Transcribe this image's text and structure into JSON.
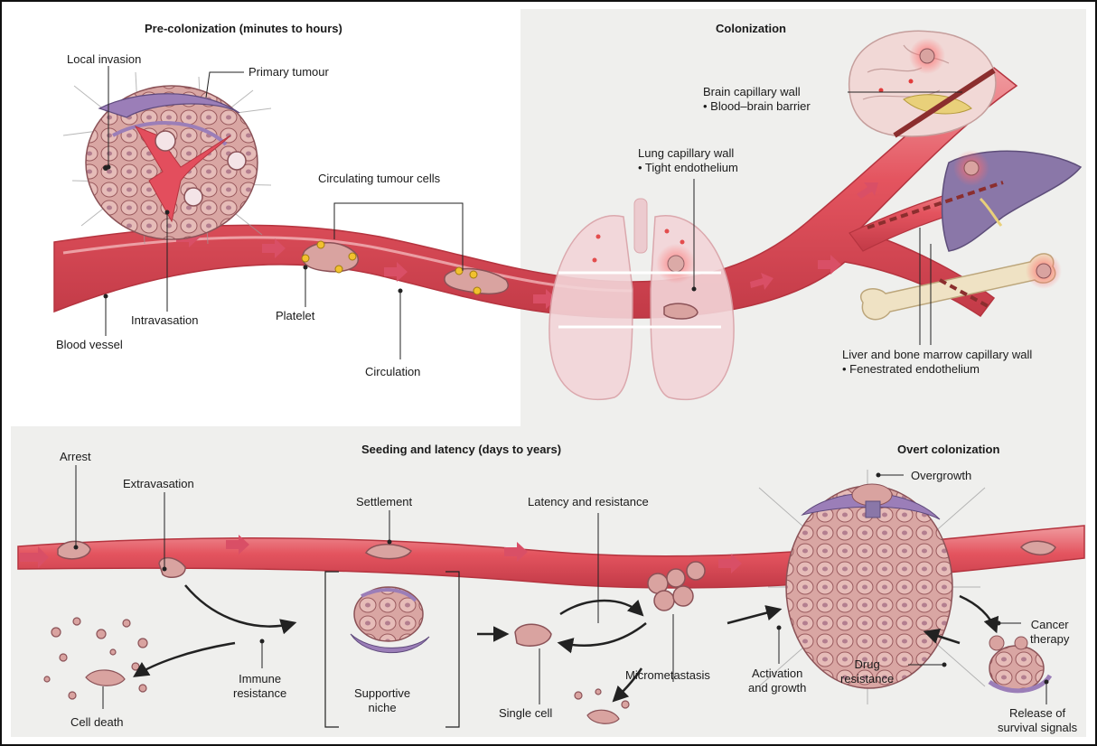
{
  "panels": {
    "pre_colonization": {
      "title": "Pre-colonization (minutes to hours)"
    },
    "colonization": {
      "title": "Colonization"
    },
    "seeding": {
      "title": "Seeding and latency (days to years)"
    },
    "overt": {
      "title": "Overt colonization"
    }
  },
  "labels": {
    "local_invasion": "Local invasion",
    "primary_tumour": "Primary tumour",
    "circulating_cells": "Circulating tumour cells",
    "intravasation": "Intravasation",
    "platelet": "Platelet",
    "blood_vessel": "Blood vessel",
    "circulation": "Circulation",
    "lung_wall_1": "Lung capillary wall",
    "lung_wall_2": "• Tight endothelium",
    "brain_wall_1": "Brain capillary wall",
    "brain_wall_2": "• Blood–brain barrier",
    "liver_wall_1": "Liver and bone marrow capillary wall",
    "liver_wall_2": "• Fenestrated endothelium",
    "arrest": "Arrest",
    "extravasation": "Extravasation",
    "settlement": "Settlement",
    "latency": "Latency and resistance",
    "overgrowth": "Overgrowth",
    "cancer_therapy_1": "Cancer",
    "cancer_therapy_2": "therapy",
    "cell_death": "Cell death",
    "immune_1": "Immune",
    "immune_2": "resistance",
    "niche_1": "Supportive",
    "niche_2": "niche",
    "single_cell": "Single cell",
    "micromet": "Micrometastasis",
    "activation_1": "Activation",
    "activation_2": "and growth",
    "drug_1": "Drug",
    "drug_2": "resistance",
    "survival_1": "Release of",
    "survival_2": "survival signals"
  },
  "colors": {
    "vessel": "#e8606a",
    "vessel_dark": "#c43f4c",
    "vessel_light": "#f3a3a6",
    "cell": "#d9a3a0",
    "cell_dark": "#9a5a5e",
    "panel_grey": "#efefed",
    "platelet": "#f2c12e",
    "organ_purple": "#8a77a8",
    "bone": "#efe2c4"
  }
}
